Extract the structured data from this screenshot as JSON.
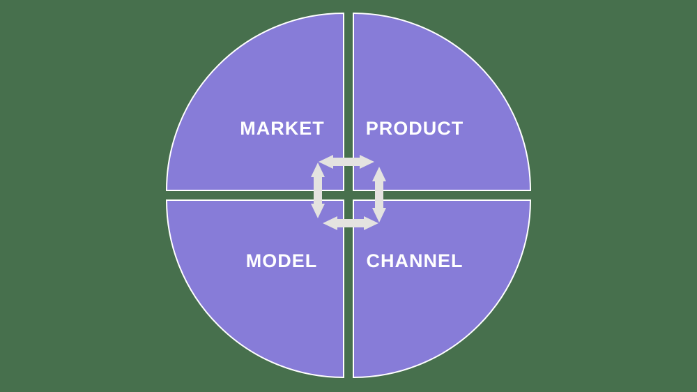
{
  "diagram": {
    "type": "quadrant-cycle",
    "quadrants": [
      {
        "label": "MARKET",
        "position": "top-left"
      },
      {
        "label": "PRODUCT",
        "position": "top-right"
      },
      {
        "label": "MODEL",
        "position": "bottom-left"
      },
      {
        "label": "CHANNEL",
        "position": "bottom-right"
      }
    ],
    "center_icon": "cycle-double-arrows-icon",
    "colors": {
      "background": "#47704d",
      "quadrant_fill": "#877cd8",
      "quadrant_stroke": "#ffffff",
      "arrow": "#e4e3e0",
      "label_text": "#ffffff"
    }
  }
}
